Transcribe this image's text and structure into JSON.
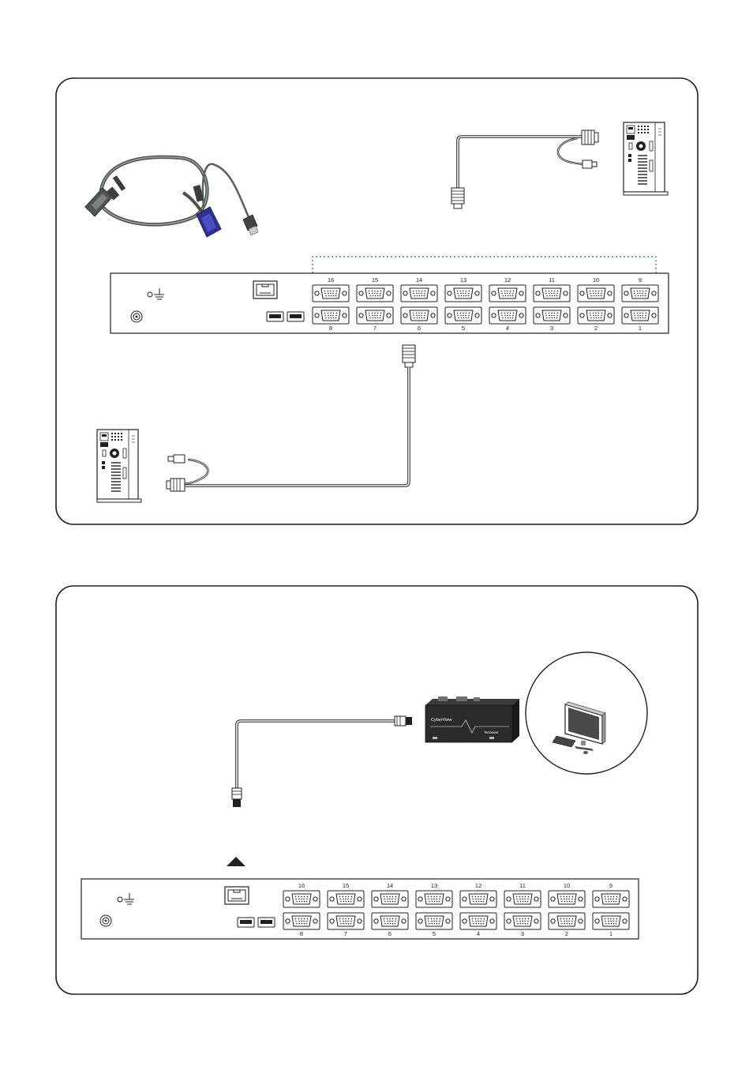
{
  "ports": {
    "top_row": [
      "16",
      "15",
      "14",
      "13",
      "12",
      "11",
      "10",
      "9"
    ],
    "bottom_row": [
      "8",
      "7",
      "6",
      "5",
      "4",
      "3",
      "2",
      "1"
    ]
  },
  "extender": {
    "brand": "CyberView",
    "model": "Receiver"
  },
  "colors": {
    "line": "#231f20",
    "cable_grey": "#6d6e71",
    "vga_blue": "#2e3192",
    "dotted_blue": "#0072bc"
  }
}
